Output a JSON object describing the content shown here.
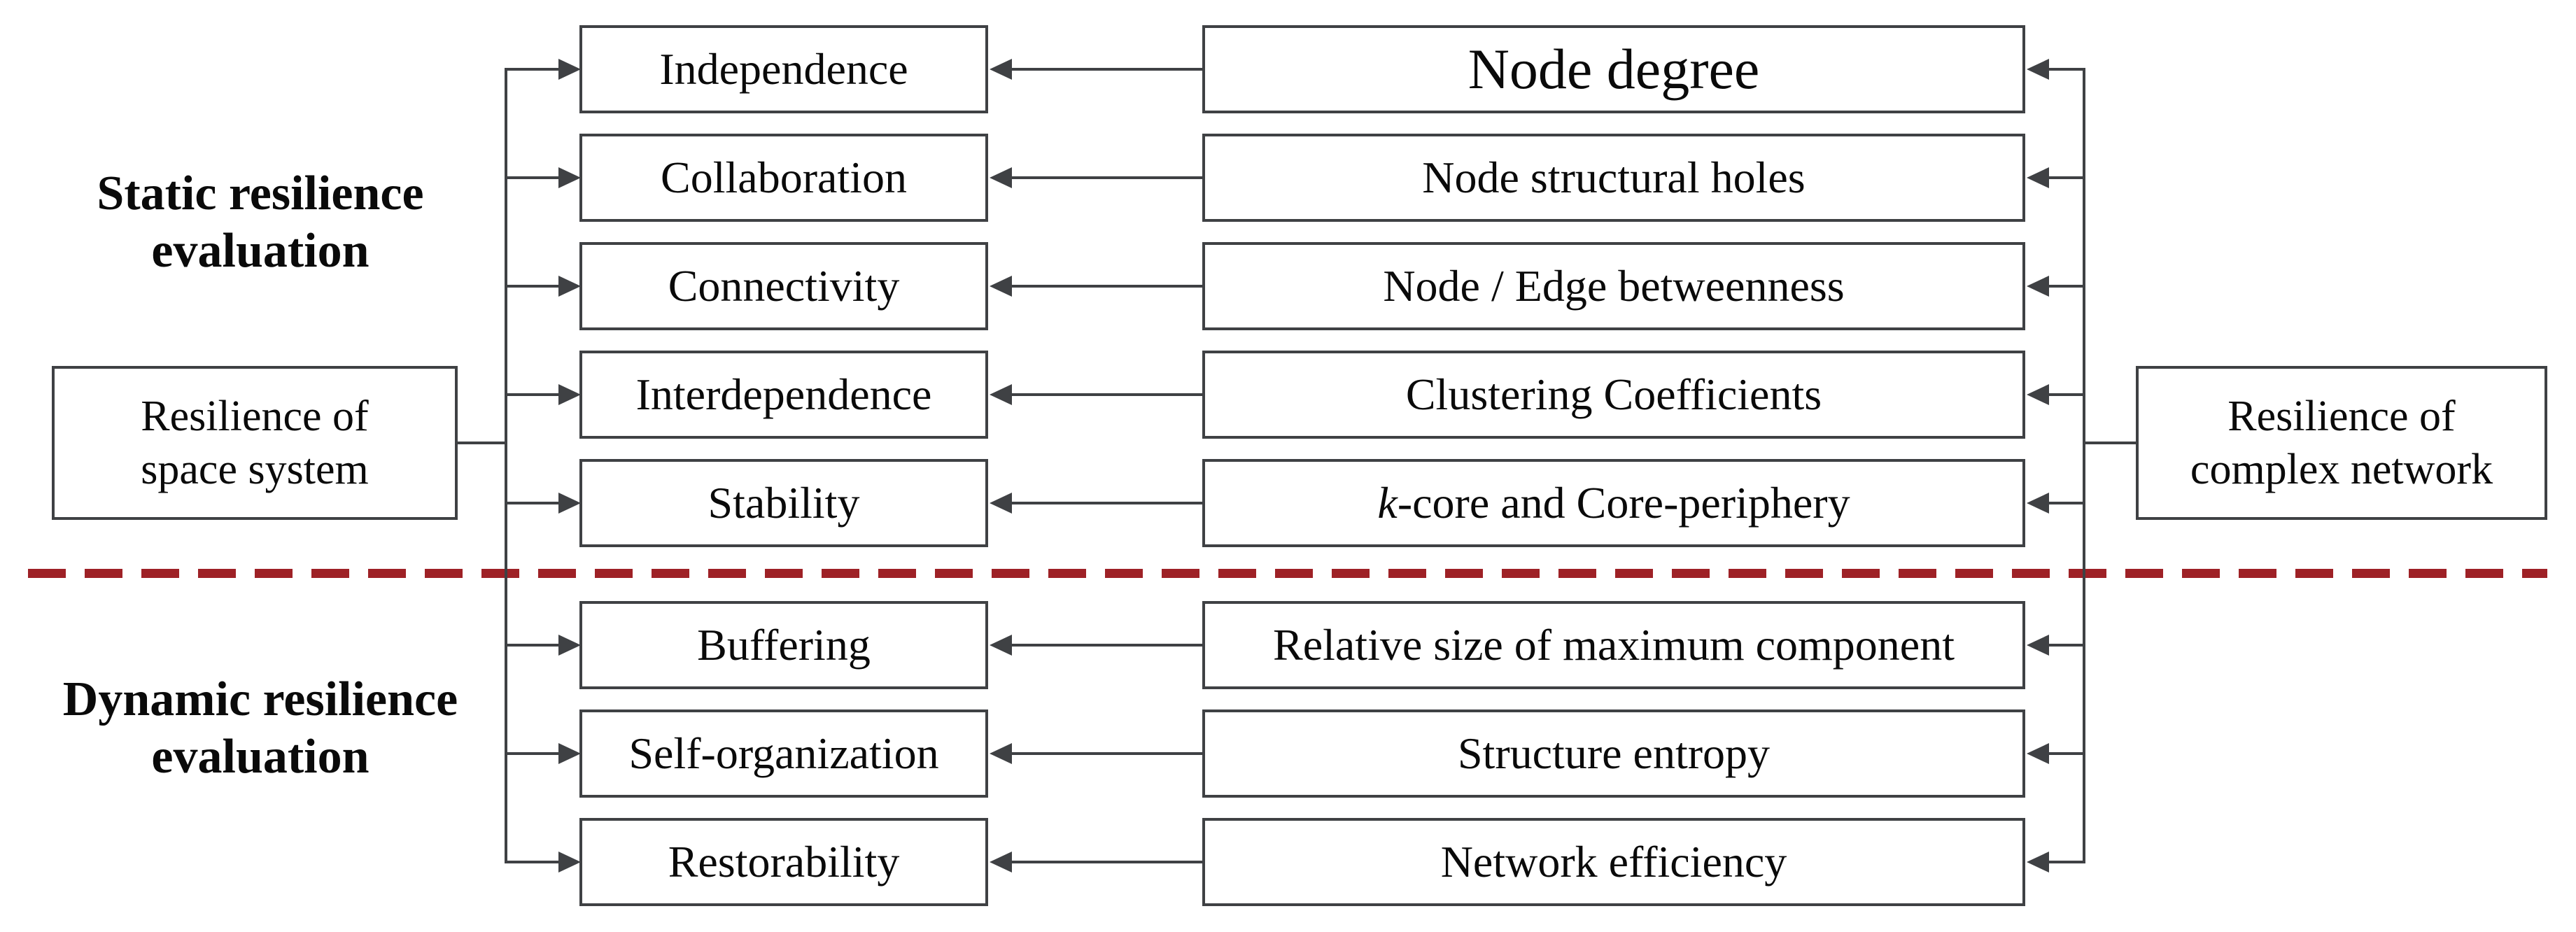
{
  "diagram": {
    "section_static": {
      "line1": "Static resilience",
      "line2": "evaluation"
    },
    "section_dynamic": {
      "line1": "Dynamic resilience",
      "line2": "evaluation"
    },
    "left_node": {
      "line1": "Resilience of",
      "line2": "space system"
    },
    "right_node": {
      "line1": "Resilience of",
      "line2": "complex network"
    },
    "rows": [
      {
        "criterion": "Independence",
        "metric": "Node degree"
      },
      {
        "criterion": "Collaboration",
        "metric": "Node structural holes"
      },
      {
        "criterion": "Connectivity",
        "metric": "Node / Edge betweenness"
      },
      {
        "criterion": "Interdependence",
        "metric": "Clustering Coefficients"
      },
      {
        "criterion": "Stability",
        "metric_prefix": "k",
        "metric": "-core and Core-periphery"
      },
      {
        "criterion": "Buffering",
        "metric": "Relative size of maximum component"
      },
      {
        "criterion": "Self-organization",
        "metric": "Structure entropy"
      },
      {
        "criterion": "Restorability",
        "metric": "Network efficiency"
      }
    ],
    "colors": {
      "line": "#3f4144",
      "divider": "#9e2126",
      "text": "#0a0a0a",
      "background": "#ffffff"
    }
  }
}
